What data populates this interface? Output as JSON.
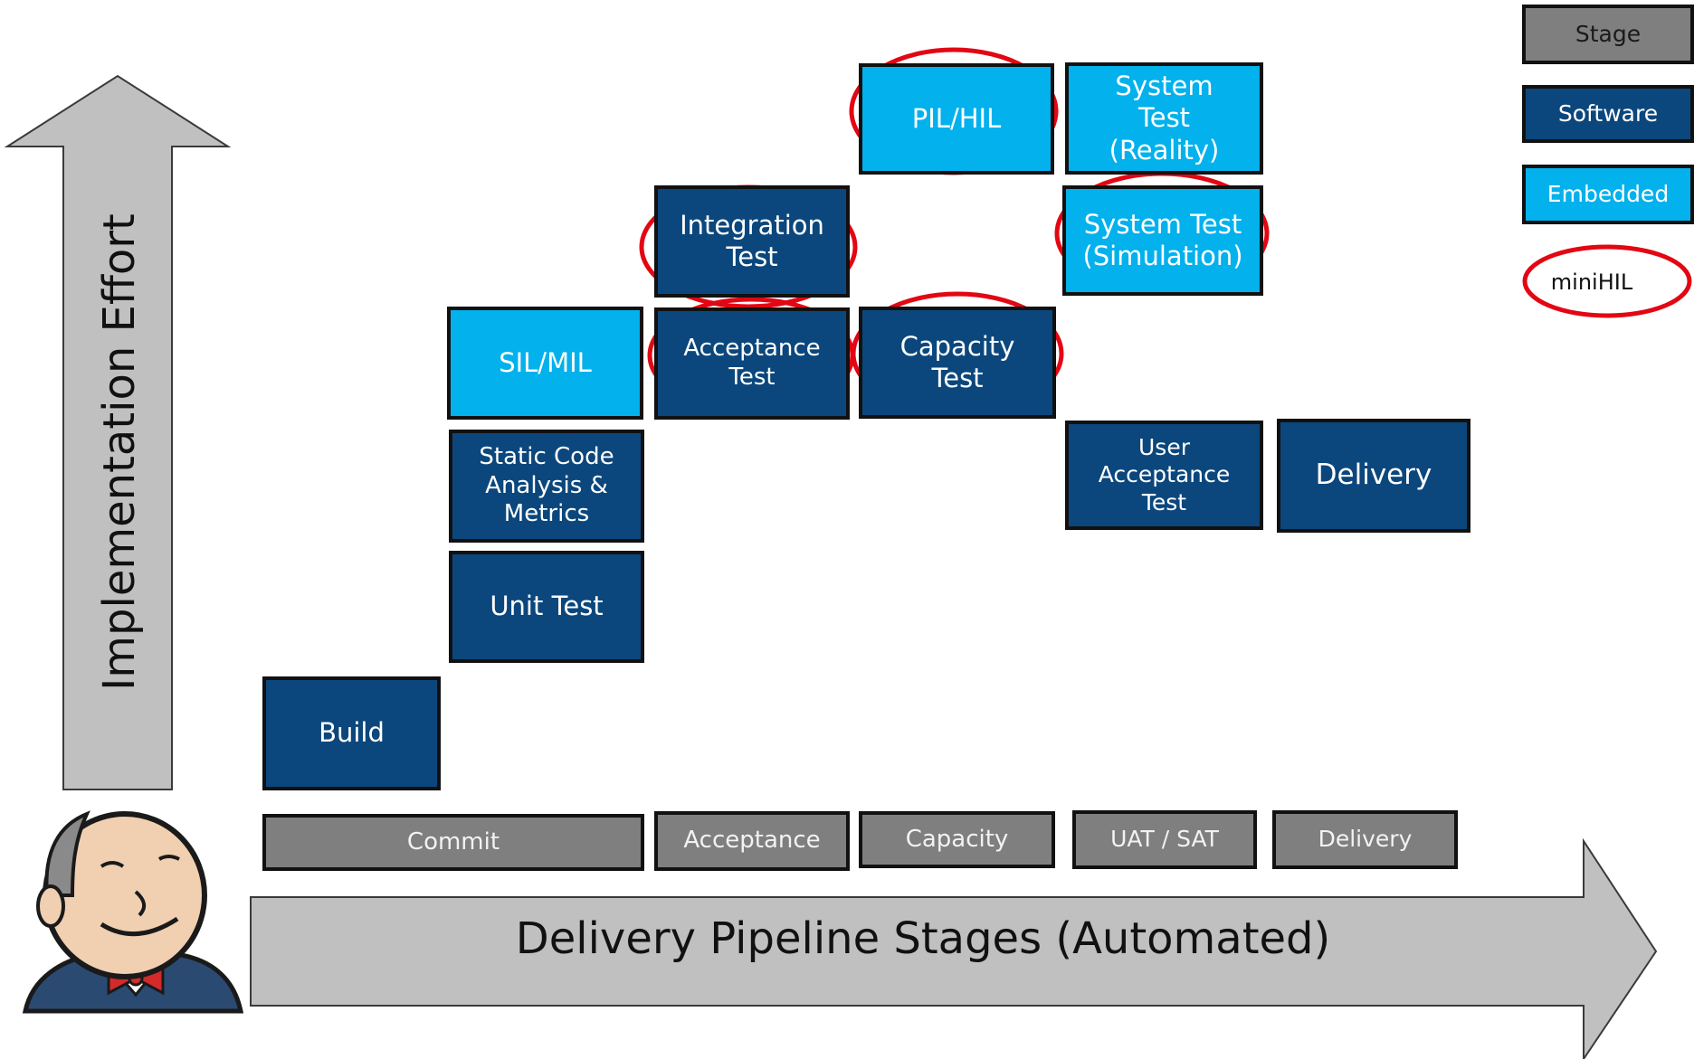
{
  "axes": {
    "x_label": "Delivery Pipeline Stages (Automated)",
    "y_label": "Implementation Effort"
  },
  "legend": {
    "stage": "Stage",
    "software": "Software",
    "embedded": "Embedded",
    "minihil": "miniHIL"
  },
  "colors": {
    "stage": "#7f7f7f",
    "software": "#0b477c",
    "embedded": "#03b1ec",
    "minihil": "#e30613",
    "arrow": "#c0c0c0"
  },
  "stages": {
    "commit": "Commit",
    "acceptance": "Acceptance",
    "capacity": "Capacity",
    "uat_sat": "UAT / SAT",
    "delivery": "Delivery"
  },
  "steps": {
    "build": "Build",
    "unit_test": "Unit Test",
    "static_code": "Static Code Analysis & Metrics",
    "sil_mil": "SIL/MIL",
    "acceptance_test": "Acceptance Test",
    "integration_test": "Integration Test",
    "capacity_test": "Capacity Test",
    "pil_hil": "PIL/HIL",
    "system_test_reality": "System Test (Reality)",
    "system_test_simulation": "System Test (Simulation)",
    "user_acceptance_test": "User Acceptance Test",
    "delivery": "Delivery"
  },
  "mascot": "jenkins-butler-icon"
}
